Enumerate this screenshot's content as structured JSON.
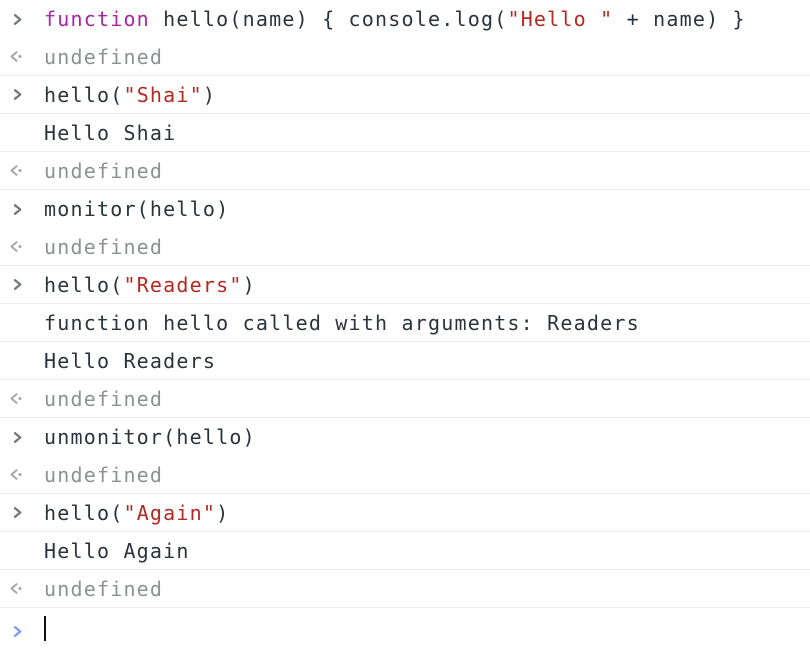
{
  "colors": {
    "background": "#ffffff",
    "divider": "#ebecee",
    "code_text": "#2d333c",
    "muted_text": "#8d9196",
    "keyword": "#aa26a2",
    "string": "#b22a22",
    "command_chevron": "#75797e",
    "result_arrow": "#a3a7ac",
    "prompt_chevron": "#7c9ef0",
    "caret": "#111111"
  },
  "console": {
    "rows": [
      {
        "type": "command",
        "icon": "chevron-right-icon",
        "divider": false,
        "segments": [
          {
            "style": "keyword",
            "text": "function"
          },
          {
            "style": "code",
            "text": " hello(name) { console.log("
          },
          {
            "style": "string",
            "text": "\"Hello \""
          },
          {
            "style": "code",
            "text": " + name) }"
          }
        ]
      },
      {
        "type": "result",
        "icon": "return-value-icon",
        "divider": true,
        "text": "undefined"
      },
      {
        "type": "command",
        "icon": "chevron-right-icon",
        "divider": true,
        "segments": [
          {
            "style": "code",
            "text": "hello("
          },
          {
            "style": "string",
            "text": "\"Shai\""
          },
          {
            "style": "code",
            "text": ")"
          }
        ]
      },
      {
        "type": "log",
        "icon": null,
        "divider": true,
        "text": "Hello Shai"
      },
      {
        "type": "result",
        "icon": "return-value-icon",
        "divider": true,
        "text": "undefined"
      },
      {
        "type": "command",
        "icon": "chevron-right-icon",
        "divider": false,
        "segments": [
          {
            "style": "code",
            "text": "monitor(hello)"
          }
        ]
      },
      {
        "type": "result",
        "icon": "return-value-icon",
        "divider": true,
        "text": "undefined"
      },
      {
        "type": "command",
        "icon": "chevron-right-icon",
        "divider": true,
        "segments": [
          {
            "style": "code",
            "text": "hello("
          },
          {
            "style": "string",
            "text": "\"Readers\""
          },
          {
            "style": "code",
            "text": ")"
          }
        ]
      },
      {
        "type": "log",
        "icon": null,
        "divider": true,
        "text": "function hello called with arguments: Readers"
      },
      {
        "type": "log",
        "icon": null,
        "divider": true,
        "text": "Hello Readers"
      },
      {
        "type": "result",
        "icon": "return-value-icon",
        "divider": true,
        "text": "undefined"
      },
      {
        "type": "command",
        "icon": "chevron-right-icon",
        "divider": false,
        "segments": [
          {
            "style": "code",
            "text": "unmonitor(hello)"
          }
        ]
      },
      {
        "type": "result",
        "icon": "return-value-icon",
        "divider": true,
        "text": "undefined"
      },
      {
        "type": "command",
        "icon": "chevron-right-icon",
        "divider": true,
        "segments": [
          {
            "style": "code",
            "text": "hello("
          },
          {
            "style": "string",
            "text": "\"Again\""
          },
          {
            "style": "code",
            "text": ")"
          }
        ]
      },
      {
        "type": "log",
        "icon": null,
        "divider": true,
        "text": "Hello Again"
      },
      {
        "type": "result",
        "icon": "return-value-icon",
        "divider": true,
        "text": "undefined"
      },
      {
        "type": "prompt",
        "icon": "prompt-chevron-icon",
        "divider": false,
        "text": ""
      }
    ]
  }
}
